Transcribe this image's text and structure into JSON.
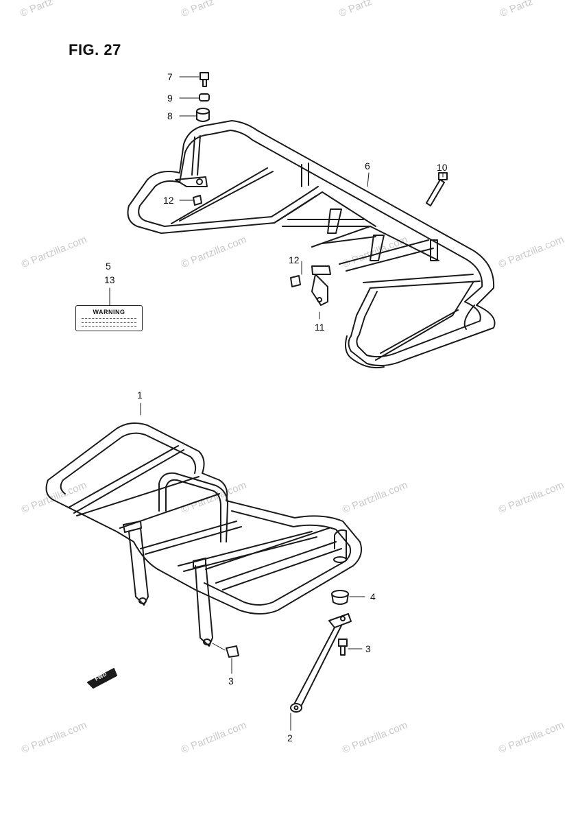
{
  "figure": {
    "title": "FIG. 27"
  },
  "watermark": {
    "text_long": "© Partzilla.com",
    "text_short": "© Partz"
  },
  "warning_label": {
    "title": "WARNING"
  },
  "fwd_arrow": {
    "label": "FWD"
  },
  "callouts": {
    "c1": "1",
    "c2": "2",
    "c3a": "3",
    "c3b": "3",
    "c4": "4",
    "c5": "5",
    "c6": "6",
    "c7": "7",
    "c8": "8",
    "c9": "9",
    "c10": "10",
    "c11": "11",
    "c12a": "12",
    "c12b": "12",
    "c13": "13"
  }
}
